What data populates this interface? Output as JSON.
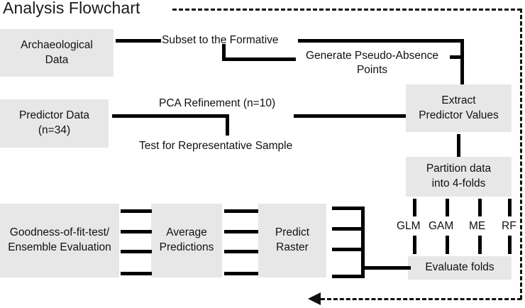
{
  "figure": {
    "title": "Analysis Flowchart",
    "type": "flowchart",
    "colors": {
      "box_fill": "#e7e7e7",
      "connector": "#000000",
      "text": "#111111",
      "background": "#ffffff",
      "feedback_loop": "#111111"
    }
  },
  "nodes": {
    "archaeological_data": {
      "line1": "Archaeological",
      "line2": "Data"
    },
    "predictor_data": {
      "line1": "Predictor Data",
      "line2": "(n=34)"
    },
    "extract_predictor_values": {
      "line1": "Extract",
      "line2": "Predictor Values"
    },
    "partition_data": {
      "line1": "Partition data",
      "line2": "into 4-folds"
    },
    "evaluate_folds": {
      "line1": "Evaluate folds"
    },
    "predict_raster": {
      "line1": "Predict",
      "line2": "Raster"
    },
    "average_predictions": {
      "line1": "Average",
      "line2": "Predictions"
    },
    "goodness_of_fit": {
      "line1": "Goodness-of-fit-test/",
      "line2": "Ensemble Evaluation"
    }
  },
  "edge_labels": {
    "subset_to_formative": "Subset to the Formative",
    "generate_pseudo_absence": {
      "line1": "Generate Pseudo-Absence",
      "line2": "Points"
    },
    "pca_refinement": "PCA Refinement (n=10)",
    "test_representative_sample": "Test for Representative Sample"
  },
  "models": [
    {
      "abbr": "GLM"
    },
    {
      "abbr": "GAM"
    },
    {
      "abbr": "ME"
    },
    {
      "abbr": "RF"
    }
  ],
  "folds": {
    "count": 4
  }
}
